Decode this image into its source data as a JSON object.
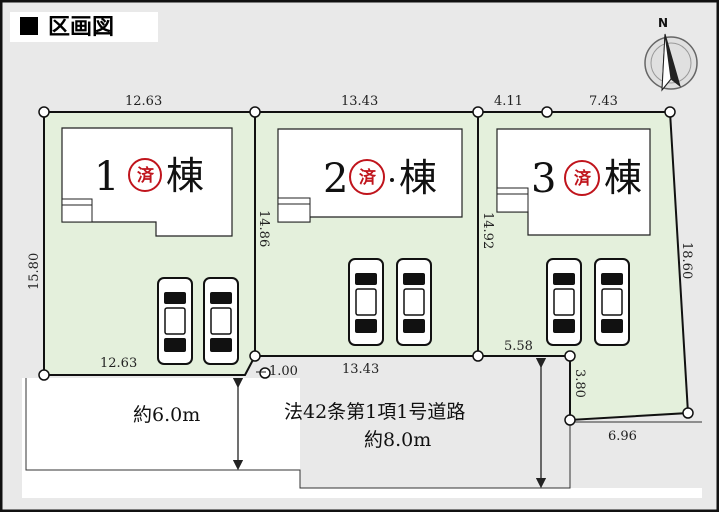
{
  "title": "区画図",
  "compass": {
    "label": "N"
  },
  "lots": [
    {
      "number": "1",
      "suffix": "棟",
      "stamp": "済"
    },
    {
      "number": "2",
      "suffix": "棟",
      "stamp": "済"
    },
    {
      "number": "3",
      "suffix": "棟",
      "stamp": "済"
    }
  ],
  "dimensions": {
    "lot1_top": "12.63",
    "lot1_bottom": "12.63",
    "lot1_left": "15.80",
    "lot2_top": "13.43",
    "lot2_bottom": "13.43",
    "lot2_left": "14.86",
    "lot3_top_left": "4.11",
    "lot3_top_right": "7.43",
    "lot3_left": "14.92",
    "lot3_right": "18.60",
    "lot3_bottom_left": "5.58",
    "lot3_step": "3.80",
    "lot3_bottom_right": "6.96",
    "gap": "1.00"
  },
  "road": {
    "name": "法42条第1項1号道路",
    "width_main": "約8.0m",
    "width_side": "約6.0m"
  }
}
